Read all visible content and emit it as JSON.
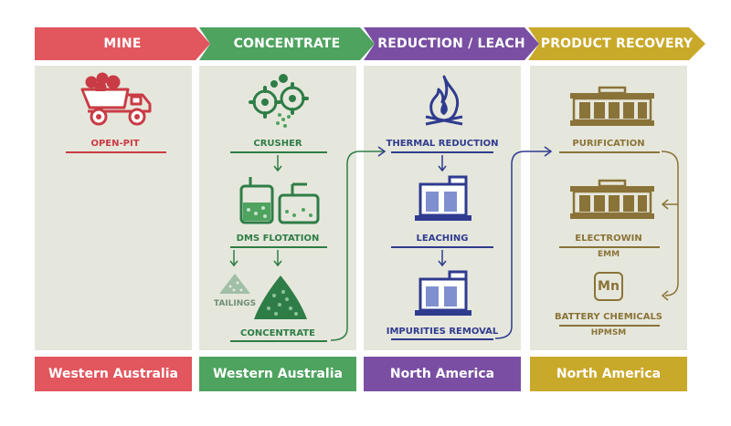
{
  "colors": {
    "mine": "#e2565e",
    "concentrate": "#4ea35f",
    "reduction": "#7a4fa3",
    "product": "#c9a92a",
    "panel": "#e6e7dc",
    "mine_dark": "#c93b45",
    "conc_dark": "#2e7d47",
    "red_dark": "#2f3b8f",
    "prod_dark": "#8a7338"
  },
  "stages": [
    {
      "title": "MINE",
      "region": "Western Australia"
    },
    {
      "title": "CONCENTRATE",
      "region": "Western Australia"
    },
    {
      "title": "REDUCTION / LEACH",
      "region": "North America"
    },
    {
      "title": "PRODUCT RECOVERY",
      "region": "North America"
    }
  ],
  "mine": {
    "step": "OPEN-PIT",
    "icon": "mining-truck-icon"
  },
  "concentrate": {
    "step1": "CRUSHER",
    "step2": "DMS FLOTATION",
    "tailings": "TAILINGS",
    "step3": "CONCENTRATE"
  },
  "reduction": {
    "step1": "THERMAL REDUCTION",
    "step2": "LEACHING",
    "step3": "IMPURITIES REMOVAL"
  },
  "product": {
    "step1": "PURIFICATION",
    "step2": "ELECTROWIN",
    "step2_sub": "EMM",
    "element": "Mn",
    "step3": "BATTERY CHEMICALS",
    "step3_sub": "HPMSM"
  }
}
